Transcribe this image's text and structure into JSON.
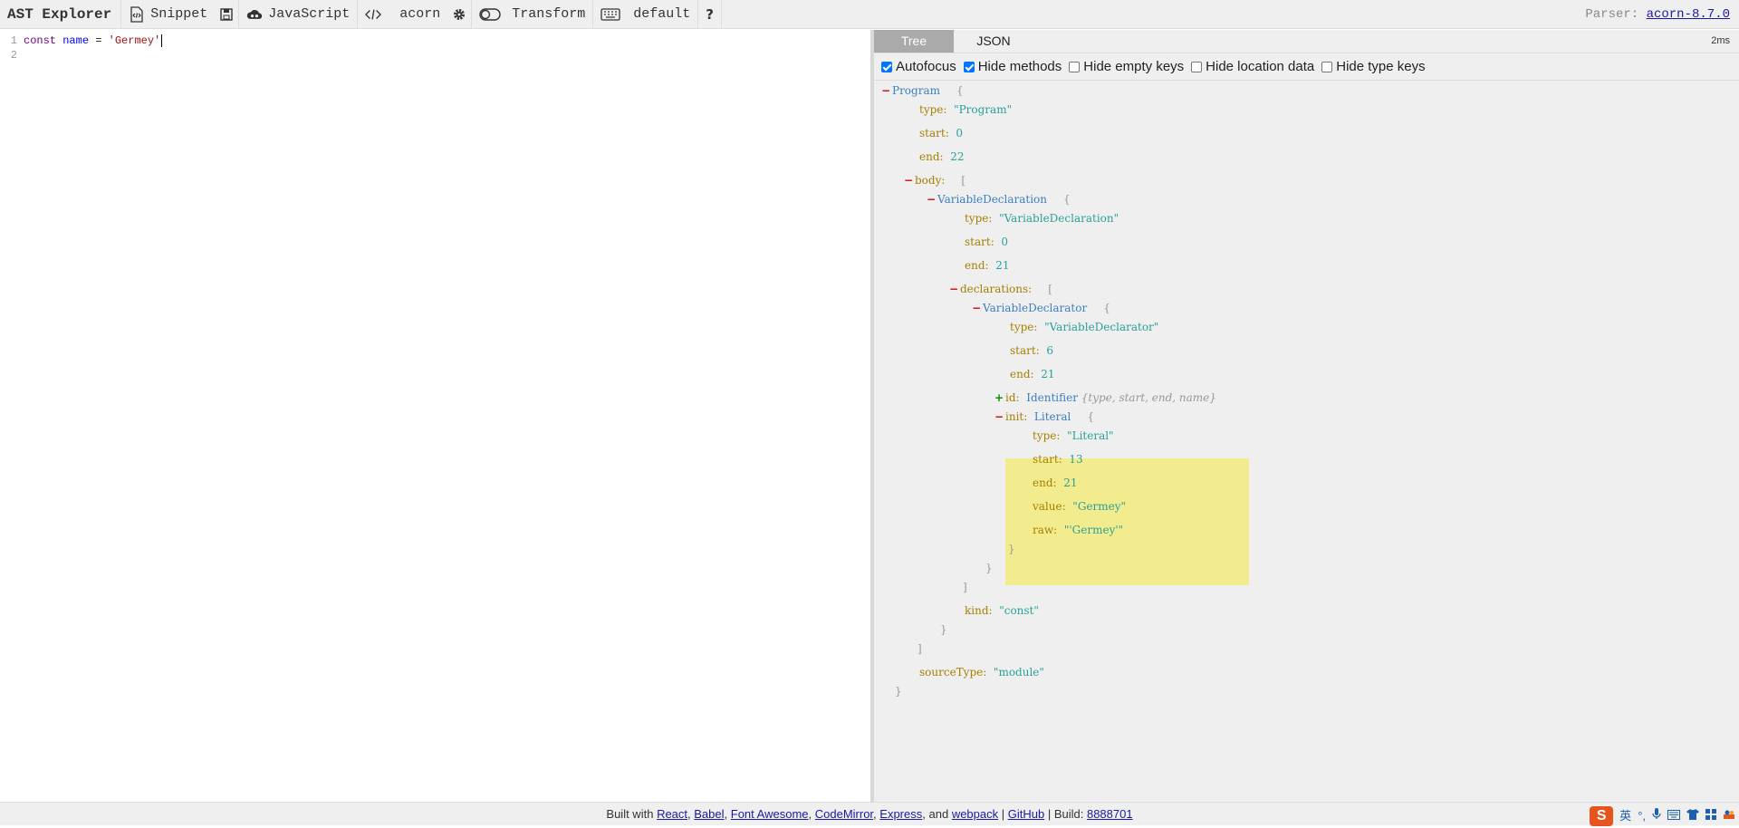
{
  "toolbar": {
    "title": "AST Explorer",
    "snippet": "Snippet",
    "language": "JavaScript",
    "parser": "acorn",
    "transform": "Transform",
    "keymap": "default",
    "help": "?",
    "parser_label": "Parser:",
    "parser_version": "acorn-8.7.0"
  },
  "editor": {
    "lines": [
      {
        "num": "1",
        "kw": "const",
        "name": "name",
        "op": " = ",
        "str": "'Germey'"
      },
      {
        "num": "2"
      }
    ]
  },
  "tabs": [
    "Tree",
    "JSON"
  ],
  "timing": "2ms",
  "options": [
    {
      "label": "Autofocus",
      "checked": true
    },
    {
      "label": "Hide methods",
      "checked": true
    },
    {
      "label": "Hide empty keys",
      "checked": false
    },
    {
      "label": "Hide location data",
      "checked": false
    },
    {
      "label": "Hide type keys",
      "checked": false
    }
  ],
  "tree": {
    "program": "Program",
    "program_type": "\"Program\"",
    "program_start": "0",
    "program_end": "22",
    "body_key": "body:",
    "vd": "VariableDeclaration",
    "vd_type": "\"VariableDeclaration\"",
    "vd_start": "0",
    "vd_end": "21",
    "decl_key": "declarations:",
    "vdr": "VariableDeclarator",
    "vdr_type": "\"VariableDeclarator\"",
    "vdr_start": "6",
    "vdr_end": "21",
    "id_node": "Identifier",
    "id_summary": "{type, start, end, name}",
    "init_node": "Literal",
    "lit_type": "\"Literal\"",
    "lit_start": "13",
    "lit_end": "21",
    "lit_value": "\"Germey\"",
    "lit_raw": "\"'Germey'\"",
    "kind": "\"const\"",
    "source_type": "\"module\""
  },
  "footer": {
    "built_with": "Built with",
    "react": "React",
    "babel": "Babel",
    "fa": "Font Awesome",
    "codemirror": "CodeMirror",
    "express": "Express",
    "and": "and",
    "webpack": "webpack",
    "github": "GitHub",
    "build_label": "Build:",
    "build": "8888701"
  },
  "tray": {
    "logo": "S",
    "lang": "英"
  }
}
